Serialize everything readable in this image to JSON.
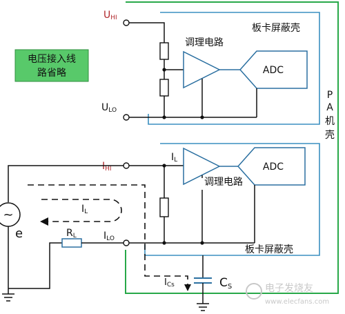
{
  "colors": {
    "wire": "#111111",
    "shield": "#3a8fc0",
    "chassis": "#27a848",
    "terminal_label": "#b0262a",
    "note_box_fill": "#58c96a",
    "component_outline": "#2a6fa0"
  },
  "note_box": {
    "line1": "电压接入线",
    "line2": "路省略"
  },
  "voltage_input": {
    "u_hi_main": "U",
    "u_hi_sub": "HI",
    "u_lo_main": "U",
    "u_lo_sub": "LO",
    "shield_label": "板卡屏蔽壳",
    "conditioning_label": "调理电路",
    "adc_label": "ADC"
  },
  "current_input": {
    "i_hi_main": "I",
    "i_hi_sub": "HI",
    "i_lo_main": "I",
    "i_lo_sub": "LO",
    "i_l_main": "I",
    "i_l_sub": "L",
    "shield_label": "板卡屏蔽壳",
    "conditioning_label": "调理电路",
    "adc_label": "ADC"
  },
  "source": {
    "symbol": "~",
    "label": "e"
  },
  "load": {
    "r_main": "R",
    "r_sub": "L"
  },
  "loop": {
    "i_l_main": "I",
    "i_l_sub": "L"
  },
  "capacitance": {
    "ics_main": "I",
    "ics_sub": "Cs",
    "cs_main": "C",
    "cs_sub": "S"
  },
  "chassis_label_chars": [
    "P",
    "A",
    "机",
    "壳"
  ],
  "watermark": {
    "line1": "电子发烧友",
    "line2": "www.elecfans.com"
  }
}
